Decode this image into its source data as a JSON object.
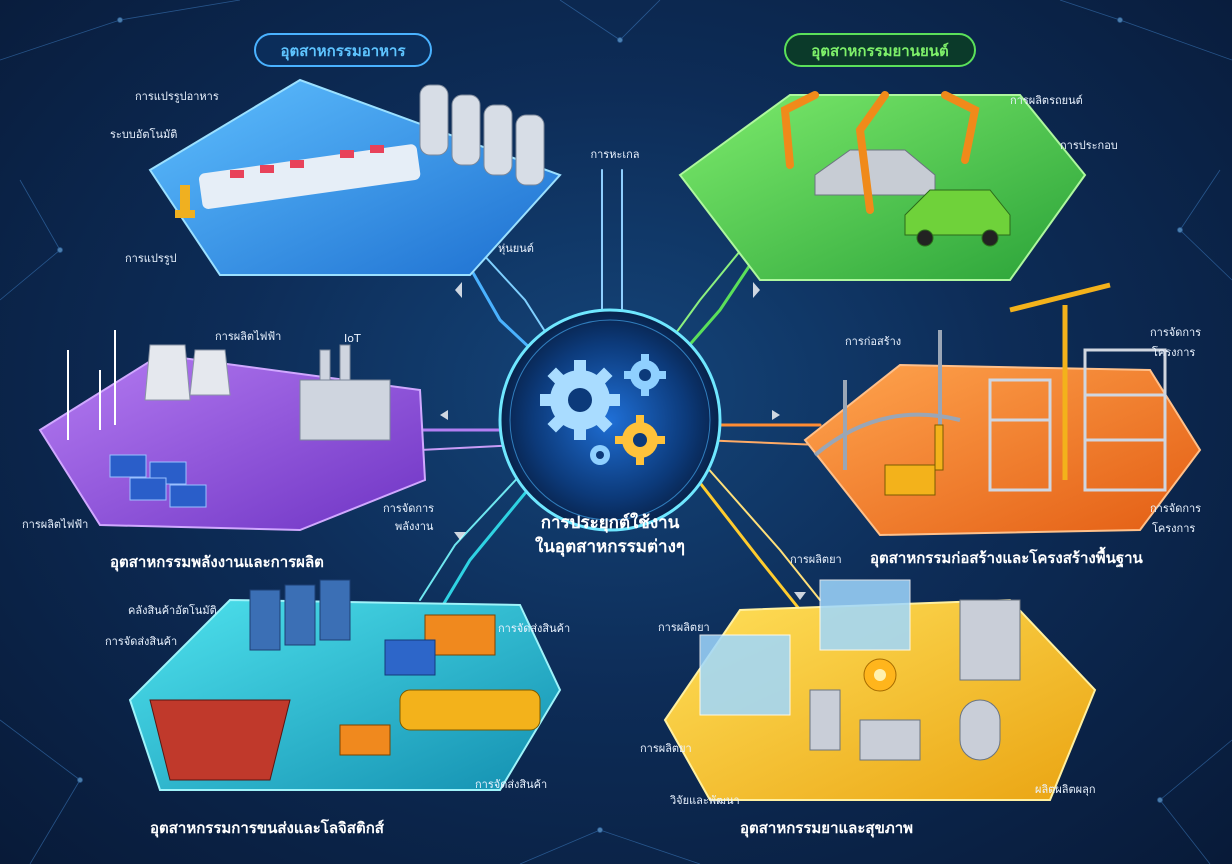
{
  "center": {
    "line1": "การประยุกต์ใช้งาน",
    "line2": "ในอุตสาหกรรมต่างๆ",
    "top_label": "การหะเกล"
  },
  "colors": {
    "food": "#2f9bf0",
    "auto": "#4cd24b",
    "energy": "#9a4fe0",
    "construction": "#f07a22",
    "logistics": "#19c6d9",
    "pharma": "#f5c21c",
    "circuit_glow": "#6fe7ff"
  },
  "sections": {
    "food": {
      "title": "อุตสาหกรรมอาหาร",
      "labels": [
        "การแปรรูปอาหาร",
        "ระบบอัตโนมัติ",
        "การแปรรูป",
        "หุ่นยนต์"
      ]
    },
    "auto": {
      "title": "อุตสาหกรรมยานยนต์",
      "labels": [
        "การผลิตรถยนต์",
        "การประกอบ"
      ]
    },
    "energy": {
      "title": "อุตสาหกรรมพลังงานและการผลิต",
      "labels": [
        "การผลิตไฟฟ้า",
        "IoT",
        "การผลิตไฟฟ้า",
        "การจัดการ",
        "พลังงาน"
      ]
    },
    "construction": {
      "title": "อุตสาหกรรมก่อสร้างและโครงสร้างพื้นฐาน",
      "labels": [
        "การก่อสร้าง",
        "การจัดการ",
        "โครงการ",
        "การจัดการ",
        "โครงการ"
      ]
    },
    "logistics": {
      "title": "อุตสาหกรรมการขนส่งและโลจิสติกส์",
      "labels": [
        "คลังสินค้าอัตโนมัติ",
        "การจัดส่งสินค้า",
        "การจัดส่งสินค้า",
        "การจัดส่งสินค้า"
      ]
    },
    "pharma": {
      "title": "อุตสาหกรรมยาและสุขภาพ",
      "labels": [
        "การผลิตยา",
        "การผลิตยา",
        "การผลิตยา",
        "วิจัยและพัฒนา",
        "ผลิตผลิตผลุก"
      ]
    }
  }
}
